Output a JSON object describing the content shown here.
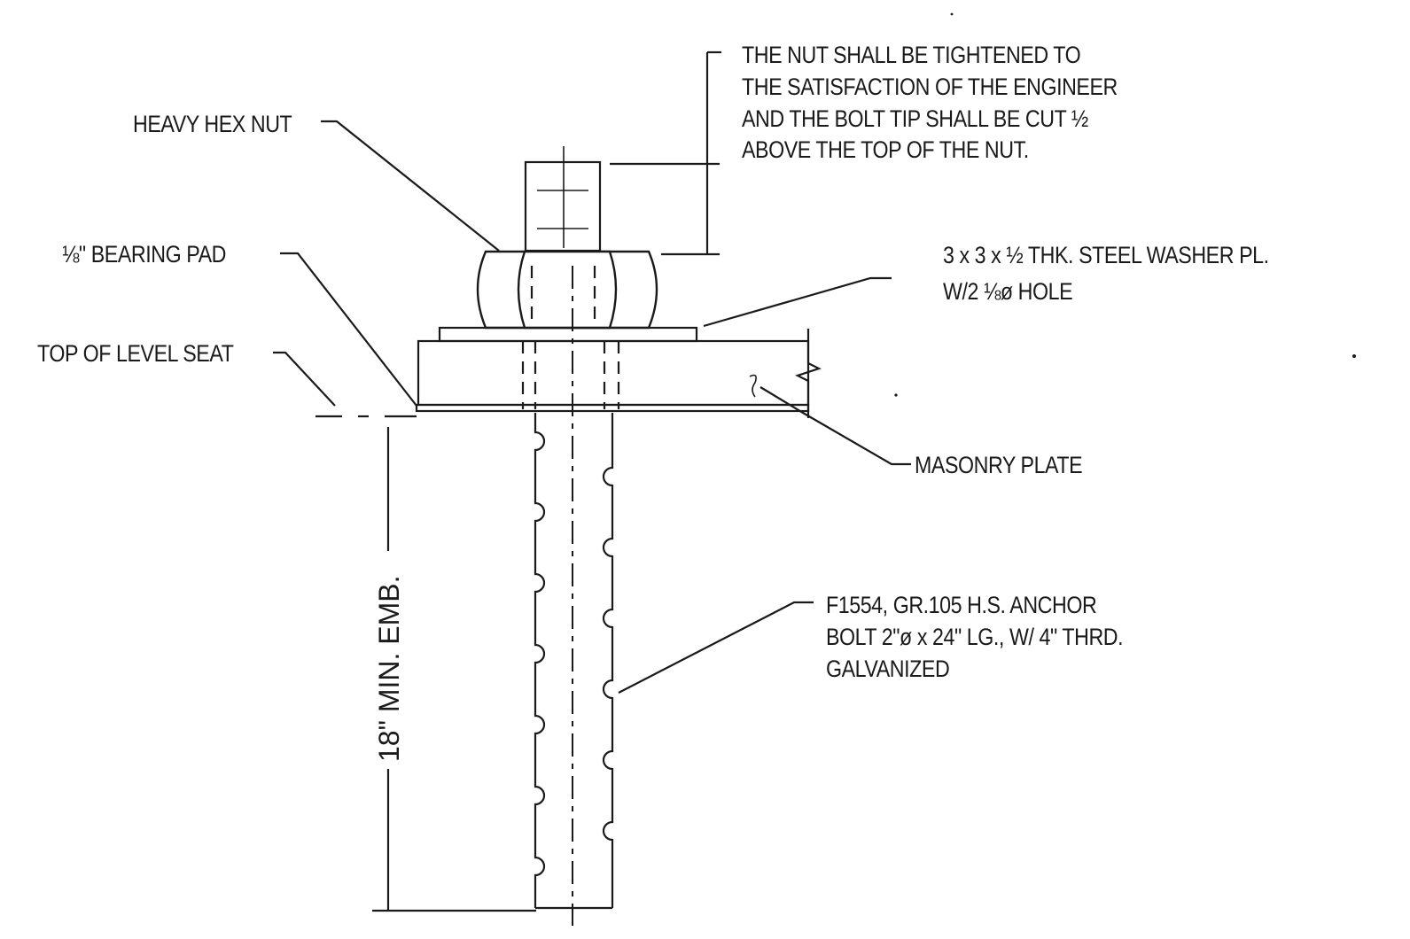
{
  "labels": {
    "note_line1": "THE NUT SHALL BE TIGHTENED TO",
    "note_line2": "THE SATISFACTION OF THE ENGINEER",
    "note_line3": "AND THE BOLT TIP SHALL BE CUT ½",
    "note_line4": "ABOVE THE TOP OF THE NUT.",
    "heavy_hex_nut": "HEAVY HEX NUT",
    "bearing_pad": "⅛\"  BEARING PAD",
    "washer_line1": "3 x 3 x ½ THK. STEEL WASHER PL.",
    "washer_line2": "W/2 ⅛ø HOLE",
    "top_of_level_seat": "TOP OF LEVEL SEAT",
    "masonry_plate": "MASONRY PLATE",
    "anchor_line1": "F1554, GR.105 H.S. ANCHOR",
    "anchor_line2": "BOLT 2\"ø x 24\" LG., W/ 4\" THRD.",
    "anchor_line3": "GALVANIZED",
    "embedment": "18\" MIN. EMB."
  }
}
